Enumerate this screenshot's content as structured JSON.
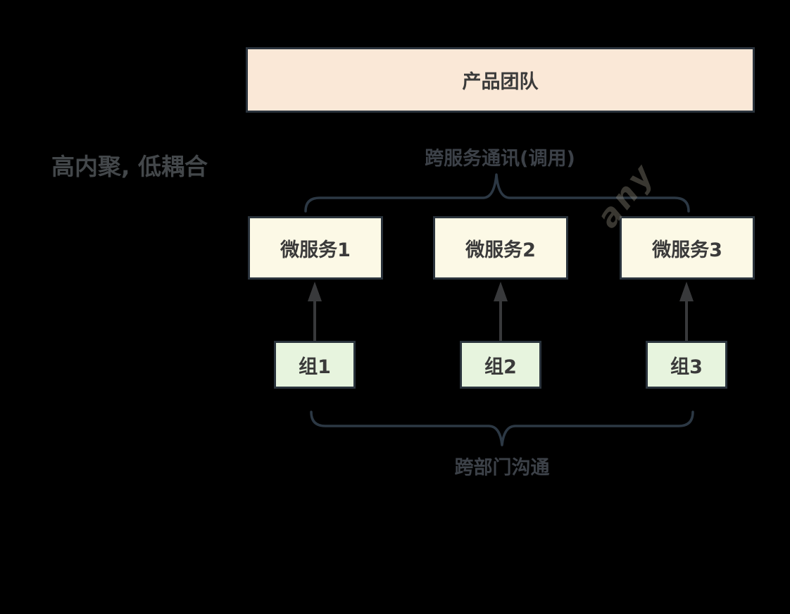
{
  "diagram": {
    "title_box": {
      "label": "产品团队"
    },
    "side_note": "高内聚, 低耦合",
    "top_brace_label": "跨服务通讯(调用)",
    "bottom_brace_label": "跨部门沟通",
    "services": [
      "微服务1",
      "微服务2",
      "微服务3"
    ],
    "groups": [
      "组1",
      "组2",
      "组3"
    ],
    "watermark": "any",
    "colors": {
      "background": "#000000",
      "title_box_fill": "#fae8d7",
      "service_box_fill": "#fcf9e6",
      "group_box_fill": "#e7f4de",
      "box_border": "#2a333c",
      "brace_stroke": "#2c3844",
      "arrow_stroke": "#38393b",
      "text": "#3a3a3a",
      "side_note_text": "#43474a"
    }
  }
}
